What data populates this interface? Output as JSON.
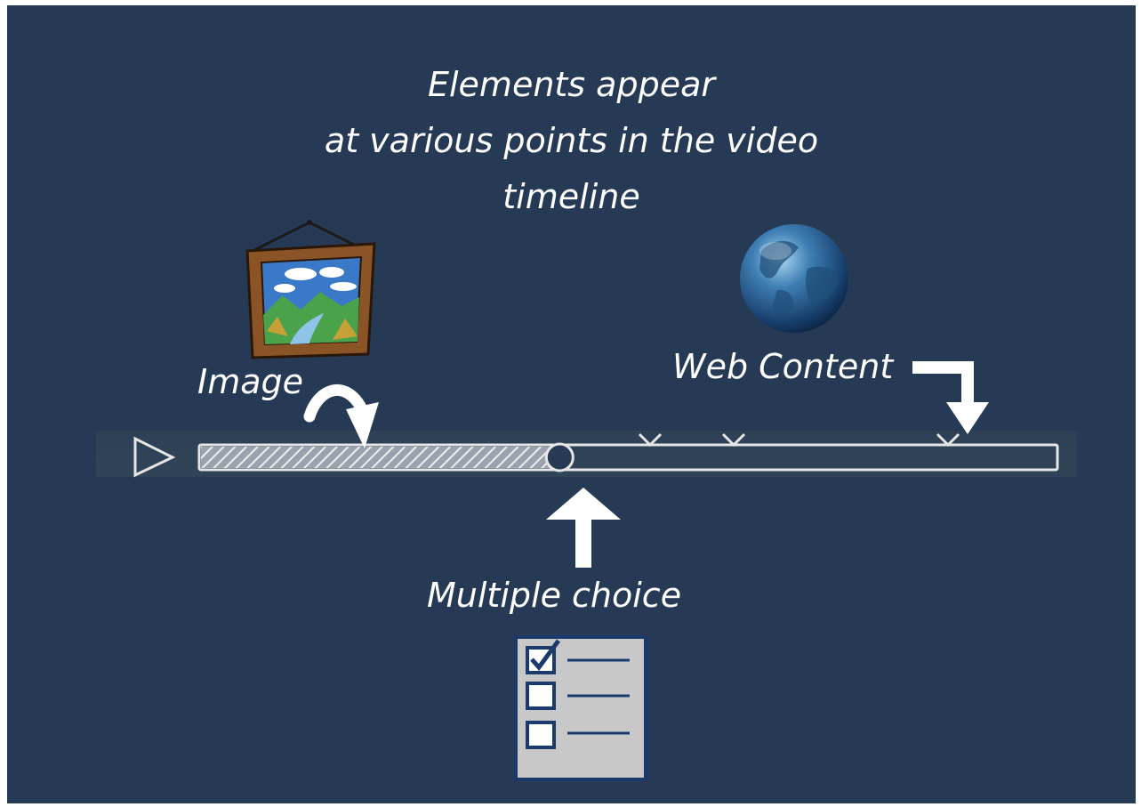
{
  "title": {
    "line1": "Elements appear",
    "line2": "at various points in the video",
    "line3": "timeline"
  },
  "labels": {
    "image": "Image",
    "web_content": "Web Content",
    "multiple_choice": "Multiple choice"
  },
  "timeline": {
    "progress_fraction": 0.42
  },
  "colors": {
    "background": "#273a55",
    "chalk": "#e6e6e6",
    "text": "#ffffff"
  },
  "icons": {
    "image": "picture-frame-icon",
    "web_content": "globe-icon",
    "multiple_choice": "checklist-icon"
  }
}
